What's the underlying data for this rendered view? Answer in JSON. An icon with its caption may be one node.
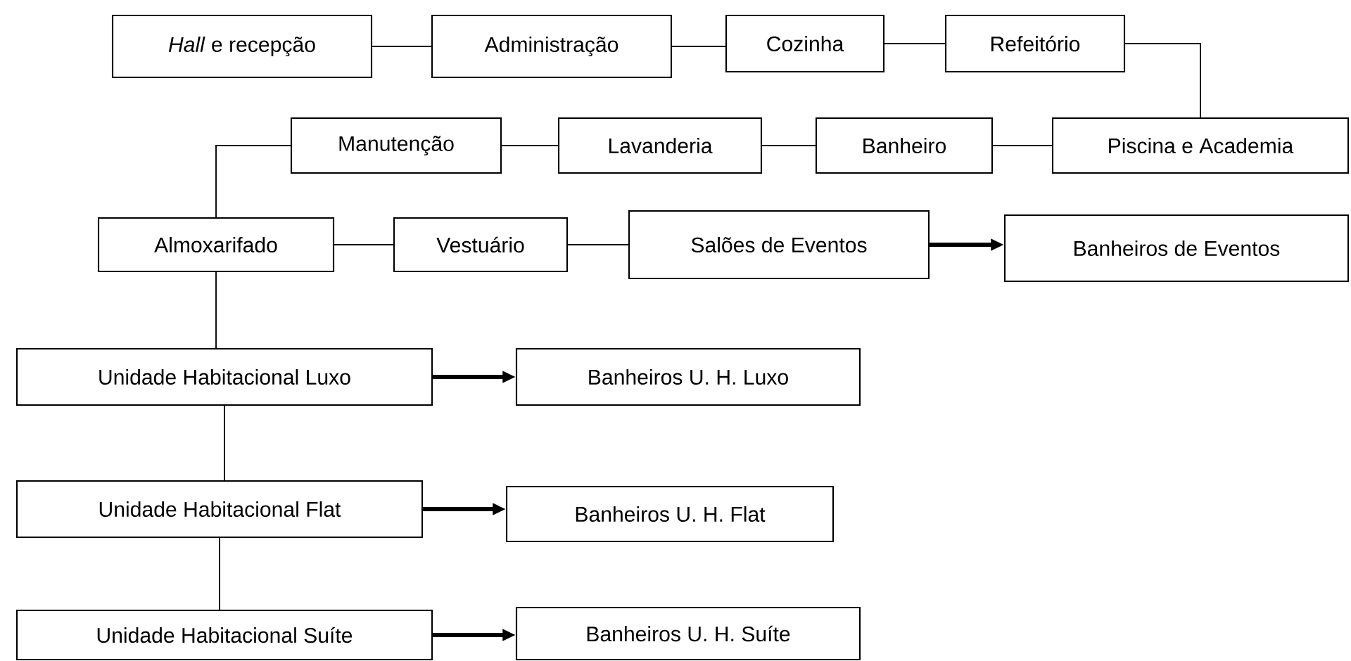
{
  "diagram": {
    "nodes": [
      {
        "text": [
          "*Hall* e recepção"
        ]
      },
      {
        "text": [
          "Administração"
        ]
      },
      {
        "text": [
          "Cozinha"
        ]
      },
      {
        "text": [
          "Refeitório"
        ]
      },
      {
        "text": [
          "Piscina e Academia"
        ]
      },
      {
        "text": [
          "Banheiro"
        ]
      },
      {
        "text": [
          "Lavanderia"
        ]
      },
      {
        "text": [
          "Manutenção"
        ]
      },
      {
        "text": [
          "Almoxarifado"
        ]
      },
      {
        "text": [
          "Vestuário"
        ]
      },
      {
        "text": [
          "Salões de Eventos"
        ]
      },
      {
        "text": [
          "Banheiros de Eventos"
        ]
      },
      {
        "text": [
          "Unidade Habitacional Luxo"
        ]
      },
      {
        "text": [
          "Banheiros U. H. Luxo"
        ]
      },
      {
        "text": [
          "Unidade Habitacional Flat"
        ]
      },
      {
        "text": [
          "Banheiros U. H. Flat"
        ]
      },
      {
        "text": [
          "Unidade Habitacional Suíte"
        ]
      },
      {
        "text": [
          "Banheiros U. H. Suíte"
        ]
      }
    ],
    "edges": [
      {
        "from": 0,
        "to": 1,
        "arrow": "none"
      },
      {
        "from": 1,
        "to": 2,
        "arrow": "none"
      },
      {
        "from": 2,
        "to": 3,
        "arrow": "none"
      },
      {
        "from": 3,
        "to": 4,
        "arrow": "none"
      },
      {
        "from": 4,
        "to": 5,
        "arrow": "none"
      },
      {
        "from": 5,
        "to": 6,
        "arrow": "none"
      },
      {
        "from": 6,
        "to": 7,
        "arrow": "none"
      },
      {
        "from": 7,
        "to": 8,
        "arrow": "none"
      },
      {
        "from": 8,
        "to": 9,
        "arrow": "none"
      },
      {
        "from": 9,
        "to": 10,
        "arrow": "none"
      },
      {
        "from": 10,
        "to": 11,
        "arrow": "to",
        "style": "thick"
      },
      {
        "from": 8,
        "to": 12,
        "arrow": "none"
      },
      {
        "from": 12,
        "to": 13,
        "arrow": "to",
        "style": "thick"
      },
      {
        "from": 12,
        "to": 14,
        "arrow": "none"
      },
      {
        "from": 14,
        "to": 15,
        "arrow": "to",
        "style": "thick"
      },
      {
        "from": 14,
        "to": 16,
        "arrow": "none"
      },
      {
        "from": 16,
        "to": 17,
        "arrow": "to",
        "style": "thick"
      }
    ]
  }
}
